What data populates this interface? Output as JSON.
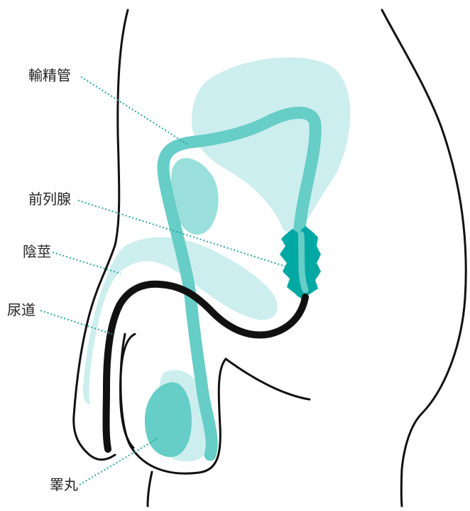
{
  "labels": {
    "vas_deferens": "輸精管",
    "prostate": "前列腺",
    "penis": "陰莖",
    "urethra": "尿道",
    "testis": "睪丸"
  },
  "colors": {
    "outline": "#111111",
    "light_teal": "#cdeeee",
    "mid_teal": "#9adfdb",
    "duct_teal": "#66cdc7",
    "dark_teal": "#00a8a3",
    "leader": "#2aa7a3"
  }
}
